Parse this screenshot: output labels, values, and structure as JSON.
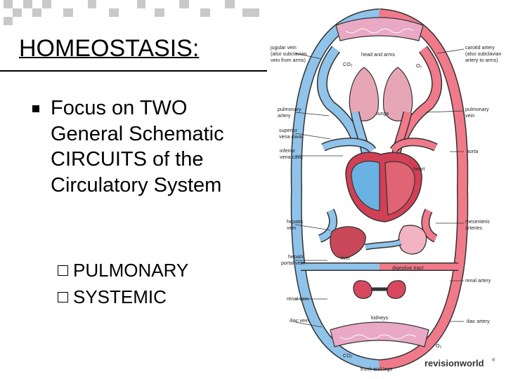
{
  "slide": {
    "title": "HOMEOSTASIS:",
    "bullet": "Focus on TWO General Schematic CIRCUITS of the Circulatory System",
    "subitems": [
      "PULMONARY",
      "SYSTEMIC"
    ]
  },
  "diagram": {
    "labels": {
      "jugular_vein_1": "jugular vein",
      "jugular_vein_2": "(also subclavian",
      "jugular_vein_3": "vein from arms)",
      "head_and_arms": "head and arms",
      "carotid_1": "carotid artery",
      "carotid_2": "(also subclavian",
      "carotid_3": "artery to arms)",
      "co2_top": "CO₂",
      "o2_top": "O₂",
      "pulmonary_artery_1": "pulmonary",
      "pulmonary_artery_2": "artery",
      "lungs": "lungs",
      "pulmonary_vein_1": "pulmonary",
      "pulmonary_vein_2": "vein",
      "svc_1": "superior",
      "svc_2": "vena cava",
      "ivc_1": "inferior",
      "ivc_2": "vena cava",
      "aorta": "aorta",
      "heart": "heart",
      "hepatic_vein_1": "hepatic",
      "hepatic_vein_2": "vein",
      "mesenteric_1": "mesenteric",
      "mesenteric_2": "arteries",
      "liver": "liver",
      "hepatic_portal_1": "hepatic",
      "hepatic_portal_2": "portal vein",
      "digestive_tract": "digestive tract",
      "renal_artery": "renal artery",
      "renal_vein": "renal vein",
      "kidneys": "kidneys",
      "iliac_vein": "iliac vein",
      "iliac_artery": "iliac artery",
      "o2_bottom": "O₂",
      "co2_bottom": "CO₂",
      "trunk_and_legs": "trunk and legs"
    },
    "colors": {
      "vein": "#8fc3ea",
      "artery": "#f07a8a",
      "outline": "#333333"
    }
  },
  "logo": {
    "text": "revisionworld",
    "mark": "®"
  }
}
